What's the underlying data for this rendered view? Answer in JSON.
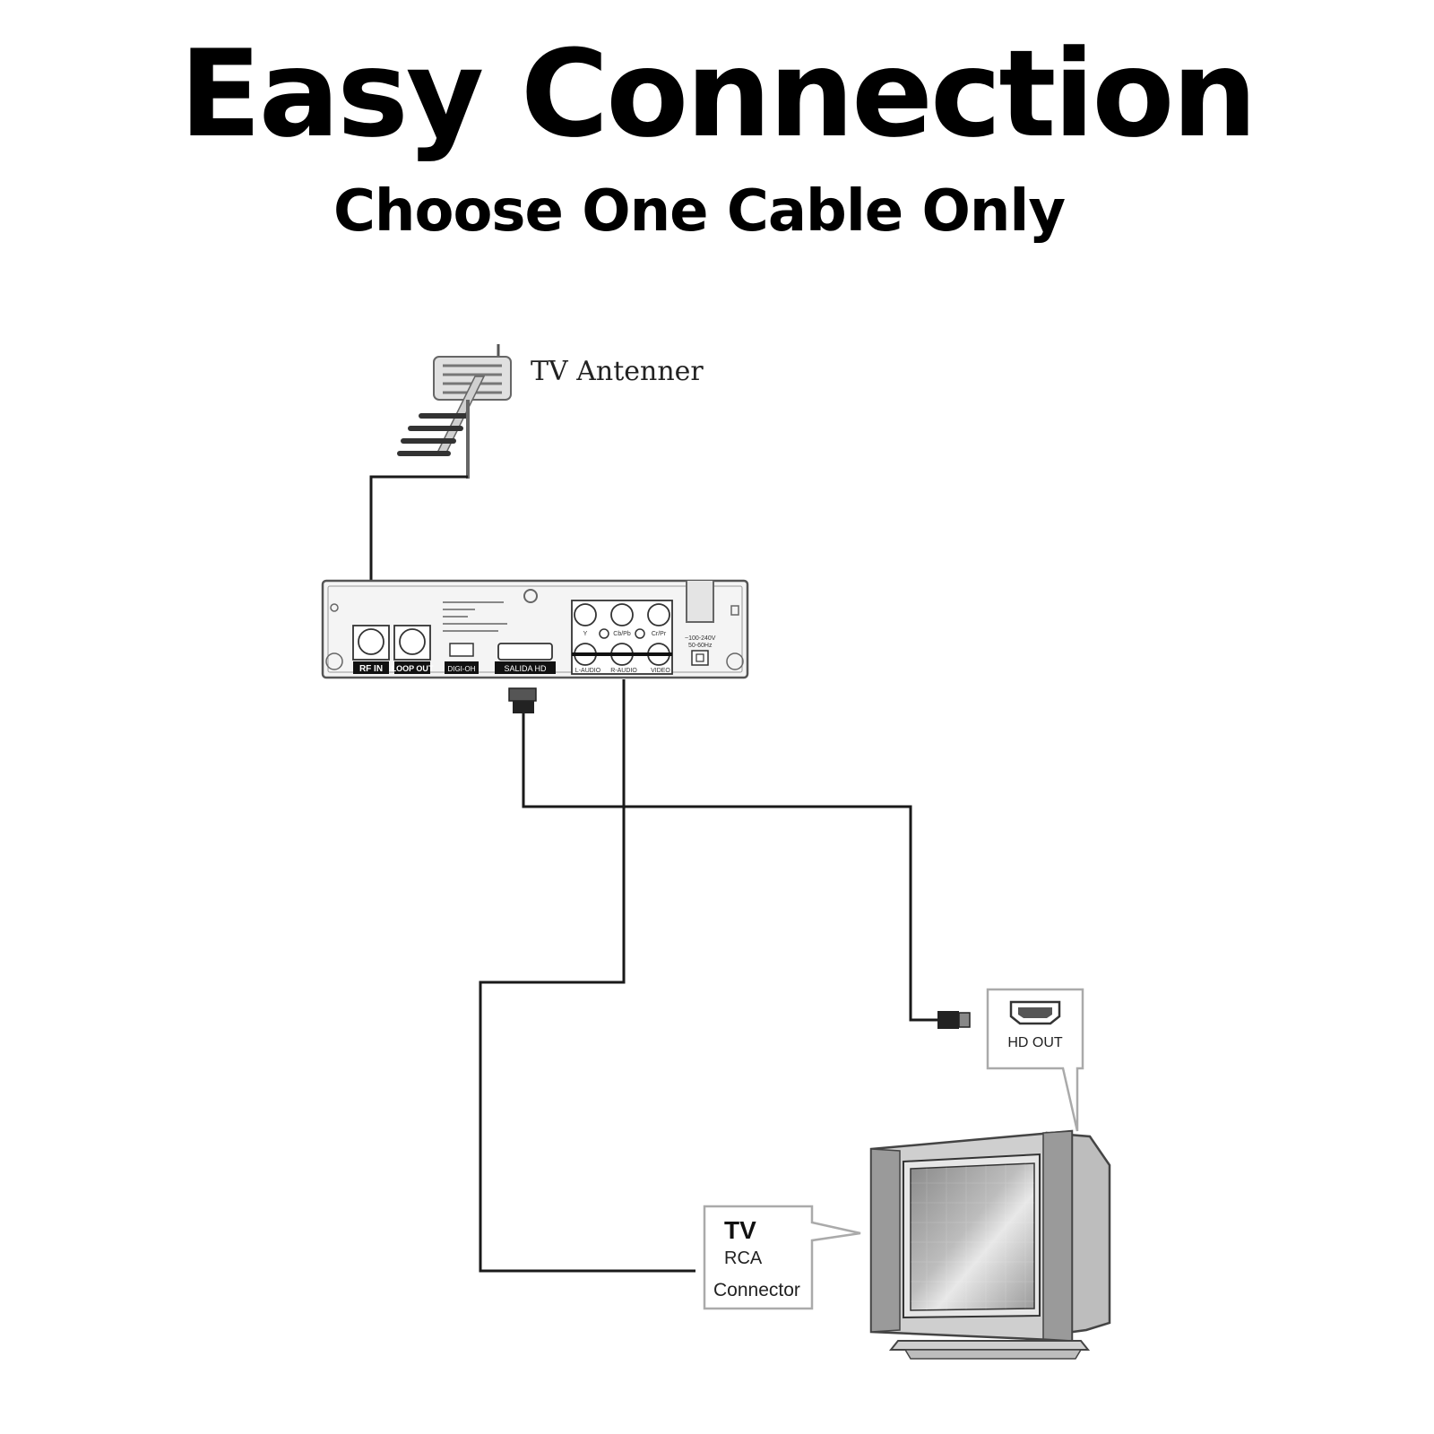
{
  "title": "Easy Connection",
  "subtitle": "Choose One Cable Only",
  "antenna": {
    "label": "TV Antenner"
  },
  "receiver": {
    "ports": {
      "rf_in": "RF IN",
      "loop_out": "LOOP OUT",
      "digital": "DIGI-OH",
      "hd": "SALIDA HD",
      "l_audio": "L-AUDIO",
      "r_audio": "R-AUDIO",
      "video": "VIDEO",
      "y": "Y",
      "cb": "Cb/Pb",
      "cr": "Cr/Pr"
    },
    "power": [
      "~100-240V",
      "50-60Hz"
    ]
  },
  "hd_box": {
    "label": "HD OUT"
  },
  "rca_box": {
    "line1": "TV",
    "line2": "RCA",
    "line3": "Connector"
  },
  "colors": {
    "cable": "#1a1a1a",
    "device": "#c9c9c9",
    "outline": "#333333"
  }
}
